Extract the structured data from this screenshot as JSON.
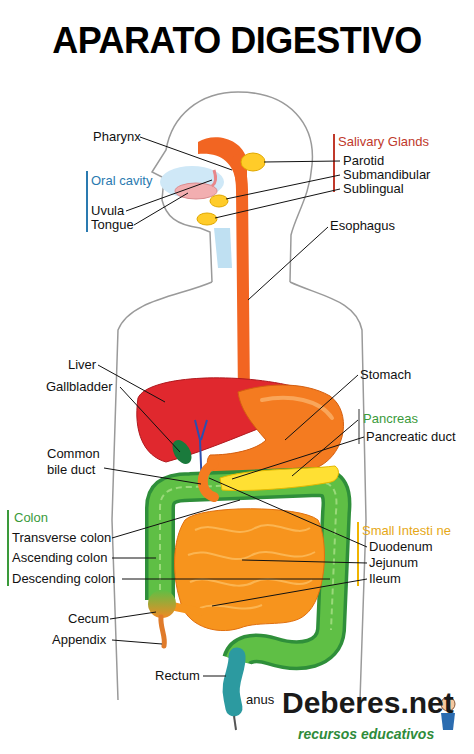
{
  "diagram": {
    "title": "APARATO DIGESTIVO",
    "labels": [
      "Pharynx",
      "Salivary Glands",
      "Parotid",
      "Submandibular",
      "Sublingual",
      "Oral cavity",
      "Uvula",
      "Tongue",
      "Esophagus",
      "Liver",
      "Gallbladder",
      "Stomach",
      "Pancreas",
      "Pancreatic duct",
      "Common bile duct",
      "Colon",
      "Transverse colon",
      "Ascending colon",
      "Descending colon",
      "Small Intesti ne",
      "Duodenum",
      "Jejunum",
      "Ileum",
      "Cecum",
      "Appendix",
      "Rectum",
      "anus",
      "Deberes.net",
      "recursos educativos"
    ]
  }
}
